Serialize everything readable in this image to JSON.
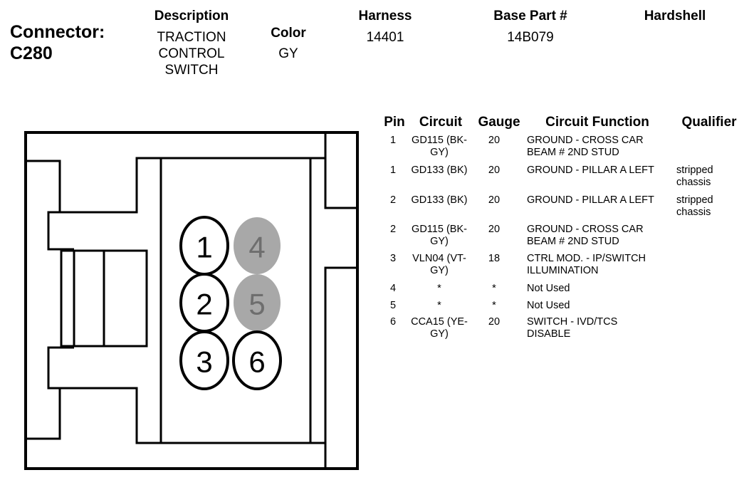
{
  "connector": {
    "label": "Connector:",
    "id": "C280"
  },
  "meta": {
    "description_header": "Description",
    "description_lines": [
      "TRACTION",
      "CONTROL",
      "SWITCH"
    ],
    "color_header": "Color",
    "color_value": "GY",
    "harness_header": "Harness",
    "harness_value": "14401",
    "base_part_header": "Base Part #",
    "base_part_value": "14B079",
    "hardshell_header": "Hardshell"
  },
  "table": {
    "headers": [
      "Pin",
      "Circuit",
      "Gauge",
      "Circuit Function",
      "Qualifier"
    ],
    "rows": [
      {
        "pin": "1",
        "circuit": [
          "GD115 (BK-",
          "GY)"
        ],
        "gauge": "20",
        "function": [
          "GROUND - CROSS CAR",
          "BEAM # 2ND STUD"
        ],
        "qualifier": []
      },
      {
        "pin": "1",
        "circuit": [
          "GD133 (BK)"
        ],
        "gauge": "20",
        "function": [
          "GROUND - PILLAR A LEFT"
        ],
        "qualifier": [
          "stripped",
          "chassis"
        ]
      },
      {
        "pin": "2",
        "circuit": [
          "GD133 (BK)"
        ],
        "gauge": "20",
        "function": [
          "GROUND - PILLAR A LEFT"
        ],
        "qualifier": [
          "stripped",
          "chassis"
        ]
      },
      {
        "pin": "2",
        "circuit": [
          "GD115 (BK-",
          "GY)"
        ],
        "gauge": "20",
        "function": [
          "GROUND - CROSS CAR",
          "BEAM # 2ND STUD"
        ],
        "qualifier": []
      },
      {
        "pin": "3",
        "circuit": [
          "VLN04 (VT-",
          "GY)"
        ],
        "gauge": "18",
        "function": [
          "CTRL MOD. - IP/SWITCH",
          "ILLUMINATION"
        ],
        "qualifier": []
      },
      {
        "pin": "4",
        "circuit": [
          "*"
        ],
        "gauge": "*",
        "function": [
          "Not Used"
        ],
        "qualifier": []
      },
      {
        "pin": "5",
        "circuit": [
          "*"
        ],
        "gauge": "*",
        "function": [
          "Not Used"
        ],
        "qualifier": []
      },
      {
        "pin": "6",
        "circuit": [
          "CCA15 (YE-",
          "GY)"
        ],
        "gauge": "20",
        "function": [
          "SWITCH - IVD/TCS",
          "DISABLE"
        ],
        "qualifier": []
      }
    ]
  },
  "cavities": [
    {
      "label": "1",
      "used": true
    },
    {
      "label": "4",
      "used": false
    },
    {
      "label": "2",
      "used": true
    },
    {
      "label": "5",
      "used": false
    },
    {
      "label": "3",
      "used": true
    },
    {
      "label": "6",
      "used": true
    }
  ],
  "colors": {
    "used_fill": "#ffffff",
    "unused_fill": "#a8a8a8",
    "unused_text": "#6e6e6e",
    "stroke": "#000000"
  }
}
